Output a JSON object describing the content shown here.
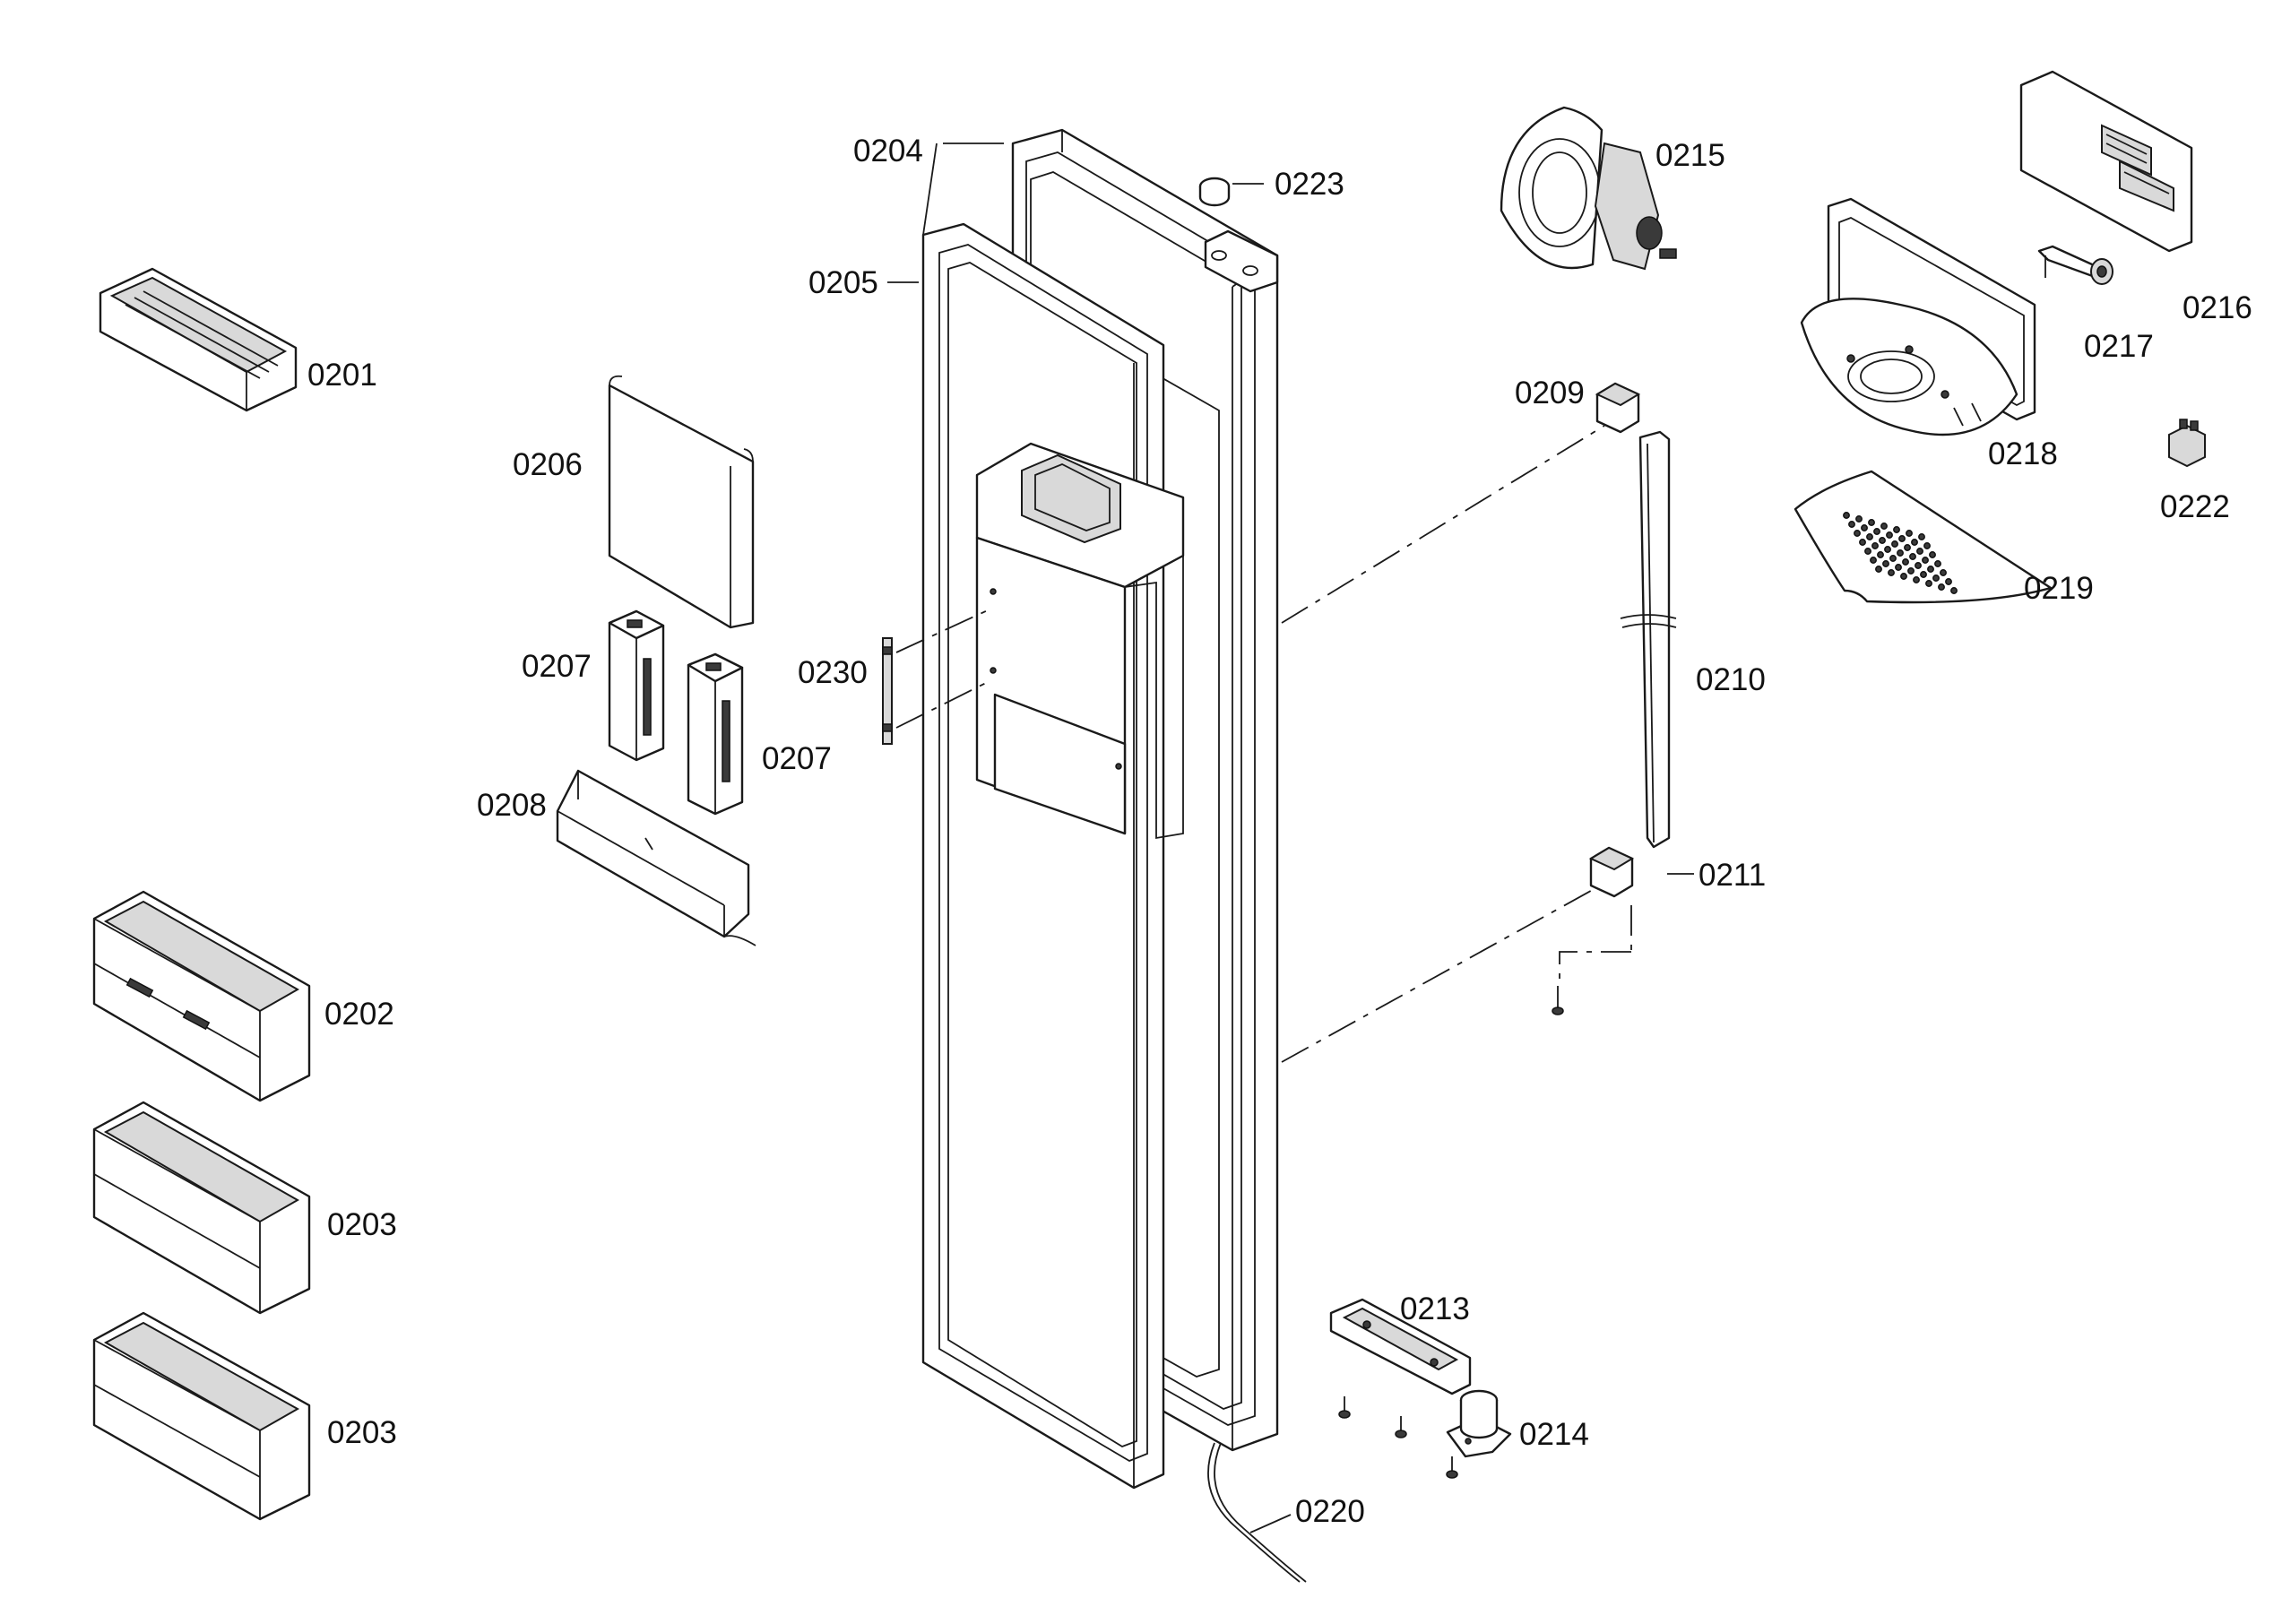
{
  "diagram": {
    "labels": {
      "p0201": "0201",
      "p0202": "0202",
      "p0203a": "0203",
      "p0203b": "0203",
      "p0204": "0204",
      "p0205": "0205",
      "p0206": "0206",
      "p0207a": "0207",
      "p0207b": "0207",
      "p0208": "0208",
      "p0209": "0209",
      "p0210": "0210",
      "p0211": "0211",
      "p0213": "0213",
      "p0214": "0214",
      "p0215": "0215",
      "p0216": "0216",
      "p0217": "0217",
      "p0218": "0218",
      "p0219": "0219",
      "p0220": "0220",
      "p0222": "0222",
      "p0223": "0223",
      "p0230": "0230"
    },
    "colors": {
      "line": "#1a1a1a",
      "background": "#ffffff",
      "fill_gray": "#d9d9d9"
    }
  }
}
